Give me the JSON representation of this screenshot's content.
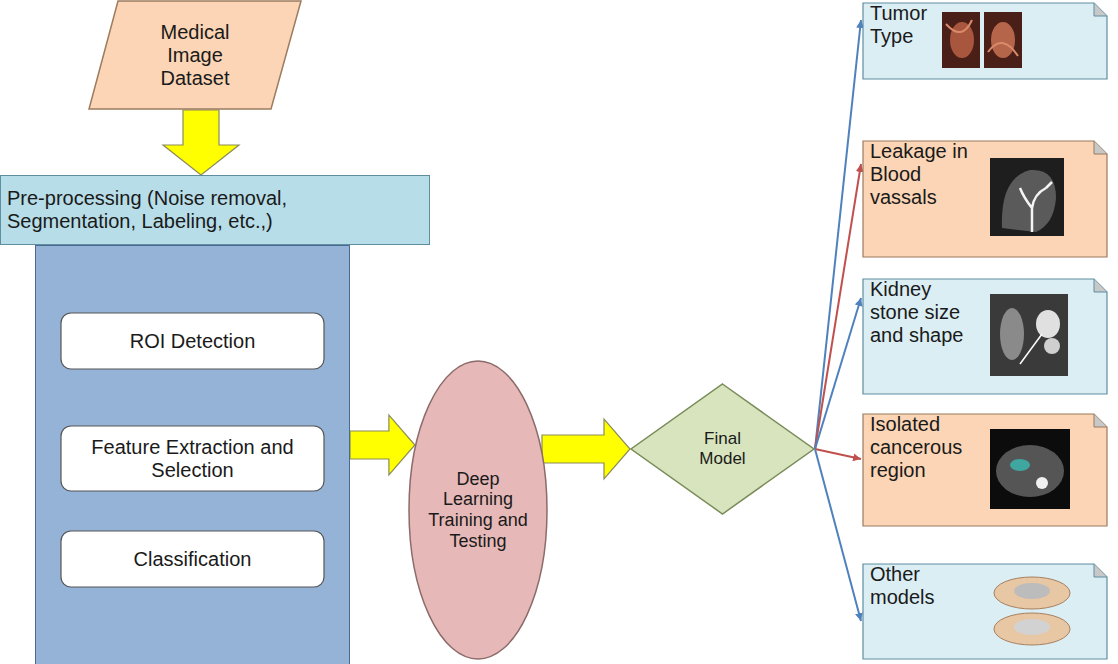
{
  "diagram": {
    "nodes": [
      {
        "text": [
          "Medical Image Dataset"
        ]
      },
      {
        "text": [
          "Pre-processing (Noise removal, Segmentation, Labeling, etc.,)"
        ]
      },
      {
        "text": [
          "ROI Detection"
        ],
        "in": 1
      },
      {
        "text": [
          "Feature Extraction and Selection"
        ],
        "in": 1
      },
      {
        "text": [
          "Classification"
        ],
        "in": 1
      },
      {
        "text": [
          "Deep Learning Training and Testing"
        ]
      },
      {
        "text": [
          "Final Model"
        ]
      },
      {
        "text": [
          "Tumor Type"
        ]
      },
      {
        "text": [
          "Leakage in Blood vassals"
        ]
      },
      {
        "text": [
          "Kidney stone size and shape"
        ]
      },
      {
        "text": [
          "Isolated cancerous region"
        ]
      },
      {
        "text": [
          "Other models"
        ]
      }
    ],
    "edges": [
      {
        "from": 0,
        "to": 1,
        "arrow": "to"
      },
      {
        "from": 2,
        "to": 3,
        "arrow": "to"
      },
      {
        "from": 3,
        "to": 4,
        "arrow": "to"
      },
      {
        "from": 1,
        "to": 5,
        "arrow": "to"
      },
      {
        "from": 5,
        "to": 6,
        "arrow": "to"
      },
      {
        "from": 6,
        "to": 7,
        "arrow": "to"
      },
      {
        "from": 6,
        "to": 8,
        "arrow": "to"
      },
      {
        "from": 6,
        "to": 9,
        "arrow": "to"
      },
      {
        "from": 6,
        "to": 10,
        "arrow": "to"
      },
      {
        "from": 6,
        "to": 11,
        "arrow": "to"
      }
    ]
  }
}
